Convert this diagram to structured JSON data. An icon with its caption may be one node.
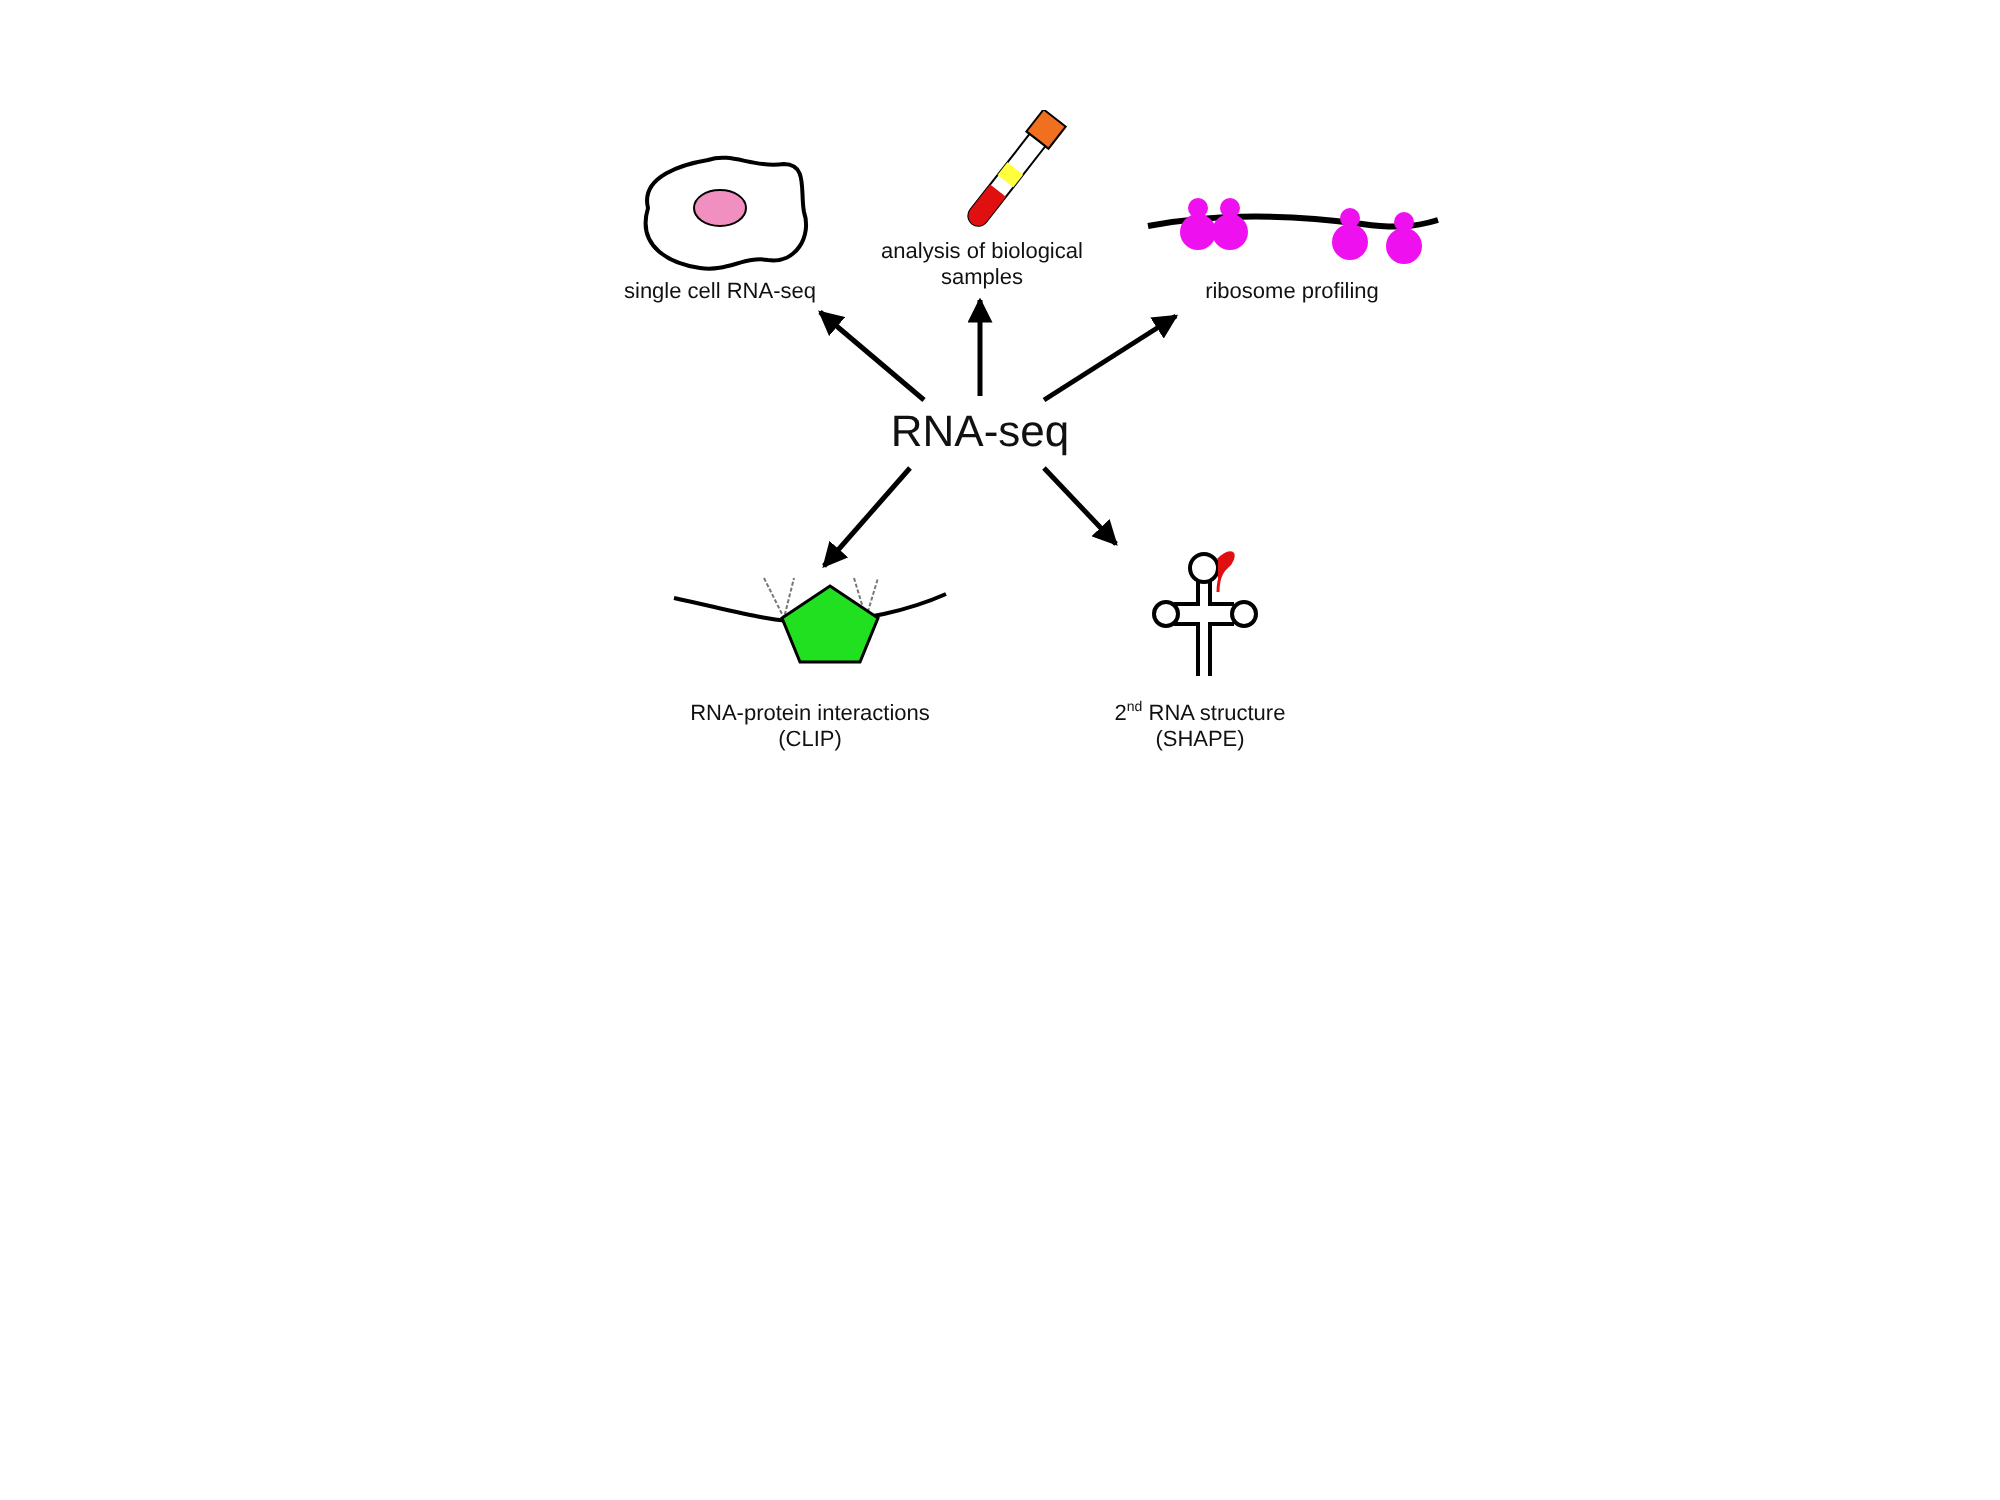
{
  "diagram": {
    "nodes": [
      {
        "text": [
          "RNA-seq"
        ]
      },
      {
        "text": [
          "single cell RNA-seq"
        ]
      },
      {
        "text": [
          "analysis of biological samples"
        ]
      },
      {
        "text": [
          "ribosome profiling"
        ]
      },
      {
        "text": [
          "RNA-protein interactions (CLIP)"
        ]
      },
      {
        "text": [
          "2$^{nd}$ RNA structure (SHAPE)"
        ]
      }
    ],
    "edges": [
      {
        "from": 0,
        "to": 1,
        "arrow": "to"
      },
      {
        "from": 0,
        "to": 2,
        "arrow": "to"
      },
      {
        "from": 0,
        "to": 3,
        "arrow": "to"
      },
      {
        "from": 0,
        "to": 4,
        "arrow": "to"
      },
      {
        "from": 0,
        "to": 5,
        "arrow": "to"
      }
    ]
  }
}
